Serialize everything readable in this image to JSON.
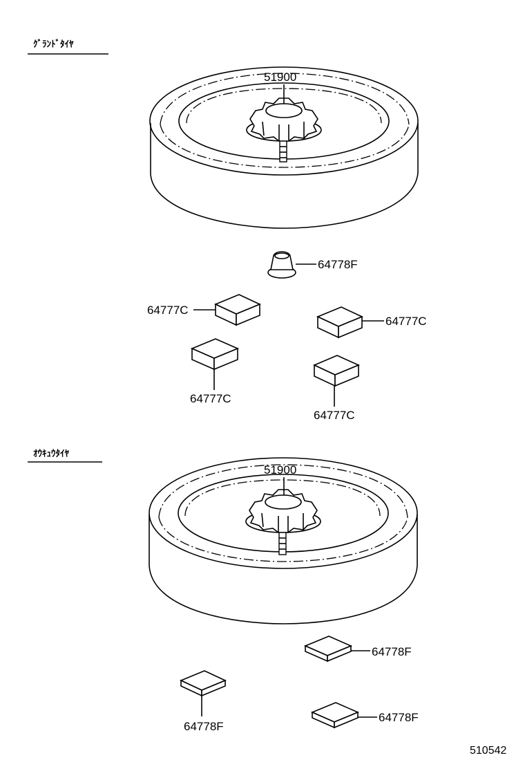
{
  "sections": [
    {
      "heading": "ｸﾞﾗﾝﾄﾞﾀｲﾔ",
      "tire_part": "51900",
      "parts": {
        "cap": "64778F",
        "block_upper_left": "64777C",
        "block_upper_right": "64777C",
        "block_lower_left": "64777C",
        "block_lower_right": "64777C"
      }
    },
    {
      "heading": "ｵｳｷｭｳﾀｲﾔ",
      "tire_part": "51900",
      "parts": {
        "block_upper_right": "64778F",
        "block_lower_left": "64778F",
        "block_lower_right": "64778F"
      }
    }
  ],
  "diagram_ref": "510542"
}
